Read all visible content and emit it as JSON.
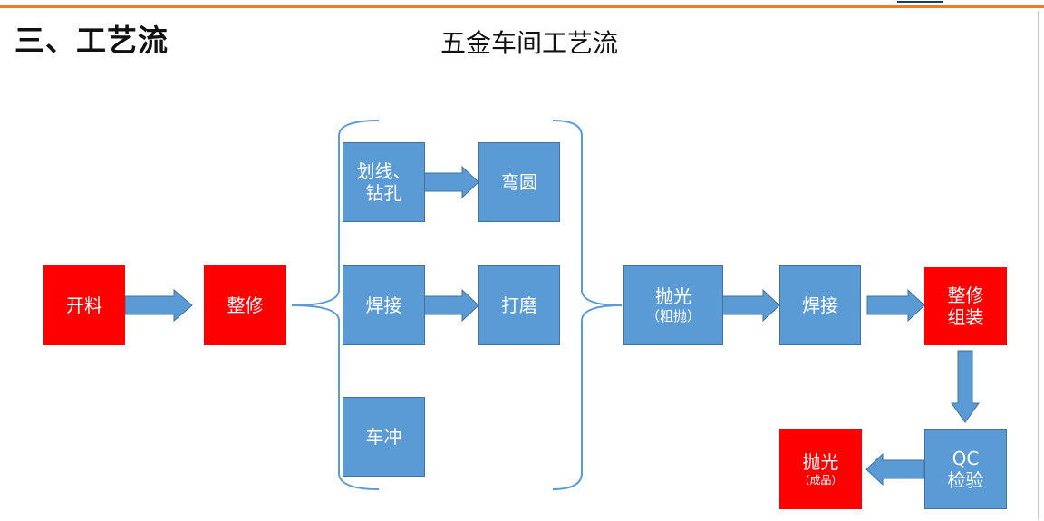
{
  "slide": {
    "heading": "三、工艺流",
    "title": "五金车间工艺流"
  },
  "nodes": {
    "kailiao": "开料",
    "zhengxiu": "整修",
    "huaxian_line1": "划线、",
    "huaxian_line2": "钻孔",
    "wanyuan": "弯圆",
    "hanjie_a": "焊接",
    "damo": "打磨",
    "chechong": "车冲",
    "paoguang_main": "抛光",
    "paoguang_sub": "（粗抛）",
    "hanjie_b": "焊接",
    "zhuangpei_line1": "整修",
    "zhuangpei_line2": "组装",
    "qc_line1": "QC",
    "qc_line2": "检验",
    "final_main": "抛光",
    "final_sub": "（成品）"
  },
  "colors": {
    "accent_bar": "#ee7a2c",
    "red_step": "#ff0000",
    "blue_step": "#5b9bd5",
    "arrow_fill": "#5b9bd5",
    "bracket": "#5b9bd5"
  }
}
